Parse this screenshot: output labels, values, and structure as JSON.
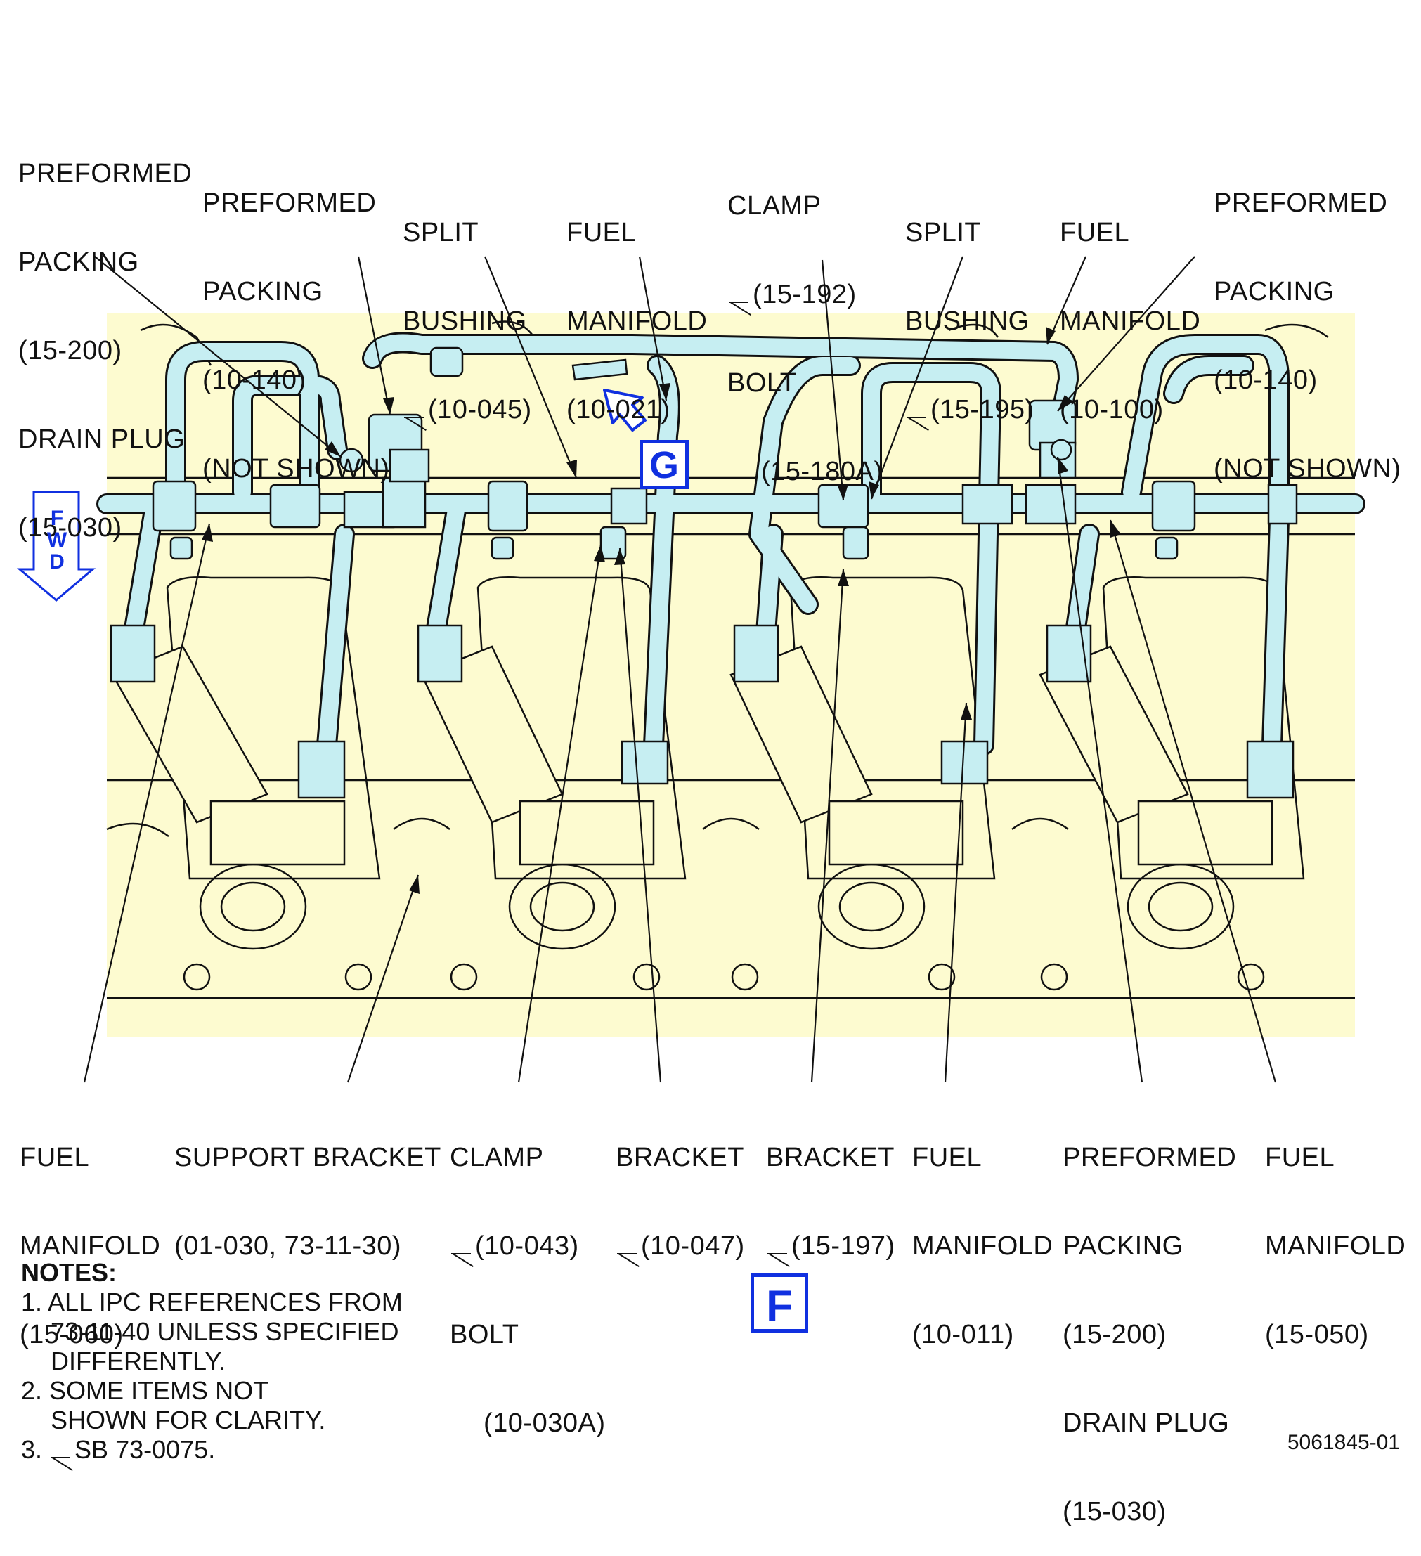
{
  "labels_top": [
    {
      "id": "pp-15-200-top",
      "lines": [
        "PREFORMED",
        "PACKING",
        "(15-200)",
        "DRAIN PLUG",
        "(15-030)"
      ]
    },
    {
      "id": "pp-10-140-left",
      "lines": [
        "PREFORMED",
        "PACKING",
        "(10-140)",
        "(NOT SHOWN)"
      ]
    },
    {
      "id": "sb-10-045",
      "lines": [
        "SPLIT",
        "BUSHING",
        "(10-045)"
      ],
      "effectivity_line": 2
    },
    {
      "id": "fm-10-021",
      "lines": [
        "FUEL",
        "MANIFOLD",
        "(10-021)"
      ]
    },
    {
      "id": "clamp-15-192",
      "lines": [
        "CLAMP",
        "(15-192)",
        "BOLT",
        "(15-180A)"
      ],
      "effectivity_line": 1
    },
    {
      "id": "sb-15-195",
      "lines": [
        "SPLIT",
        "BUSHING",
        "(15-195)"
      ],
      "effectivity_line": 2
    },
    {
      "id": "fm-10-100",
      "lines": [
        "FUEL",
        "MANIFOLD",
        "(10-100)"
      ]
    },
    {
      "id": "pp-10-140-right",
      "lines": [
        "PREFORMED",
        "PACKING",
        "(10-140)",
        "(NOT SHOWN)"
      ]
    }
  ],
  "labels_bottom": [
    {
      "id": "fm-15-060",
      "lines": [
        "FUEL",
        "MANIFOLD",
        "(15-060)"
      ]
    },
    {
      "id": "support-bracket",
      "lines": [
        "SUPPORT BRACKET",
        "(01-030, 73-11-30)"
      ]
    },
    {
      "id": "clamp-10-043",
      "lines": [
        "CLAMP",
        "(10-043)",
        "BOLT",
        "(10-030A)"
      ],
      "effectivity_line": 1
    },
    {
      "id": "bracket-10-047",
      "lines": [
        "BRACKET",
        "(10-047)"
      ],
      "effectivity_line": 1
    },
    {
      "id": "bracket-15-197",
      "lines": [
        "BRACKET",
        "(15-197)"
      ],
      "effectivity_line": 1
    },
    {
      "id": "fm-10-011",
      "lines": [
        "FUEL",
        "MANIFOLD",
        "(10-011)"
      ]
    },
    {
      "id": "pp-15-200-bottom",
      "lines": [
        "PREFORMED",
        "PACKING",
        "(15-200)",
        "DRAIN PLUG",
        "(15-030)"
      ]
    },
    {
      "id": "fm-15-050",
      "lines": [
        "FUEL",
        "MANIFOLD",
        "(15-050)"
      ]
    }
  ],
  "notes": {
    "heading": "NOTES:",
    "items": [
      {
        "num": "1.",
        "lines": [
          "ALL IPC REFERENCES FROM",
          "73-11-40 UNLESS SPECIFIED",
          "DIFFERENTLY."
        ]
      },
      {
        "num": "2.",
        "lines": [
          "SOME ITEMS NOT",
          "SHOWN FOR CLARITY."
        ]
      },
      {
        "num": "3.",
        "lines": [
          "SB 73-0075."
        ],
        "effectivity": true
      }
    ]
  },
  "view_marks": {
    "f": "F",
    "g": "G"
  },
  "fwd_letters": [
    "F",
    "W",
    "D"
  ],
  "figure_number": "5061845-01",
  "colors": {
    "background": "#fdfbd0",
    "tube": "#c6eef2",
    "line": "#111111",
    "accent": "#1030e0"
  }
}
